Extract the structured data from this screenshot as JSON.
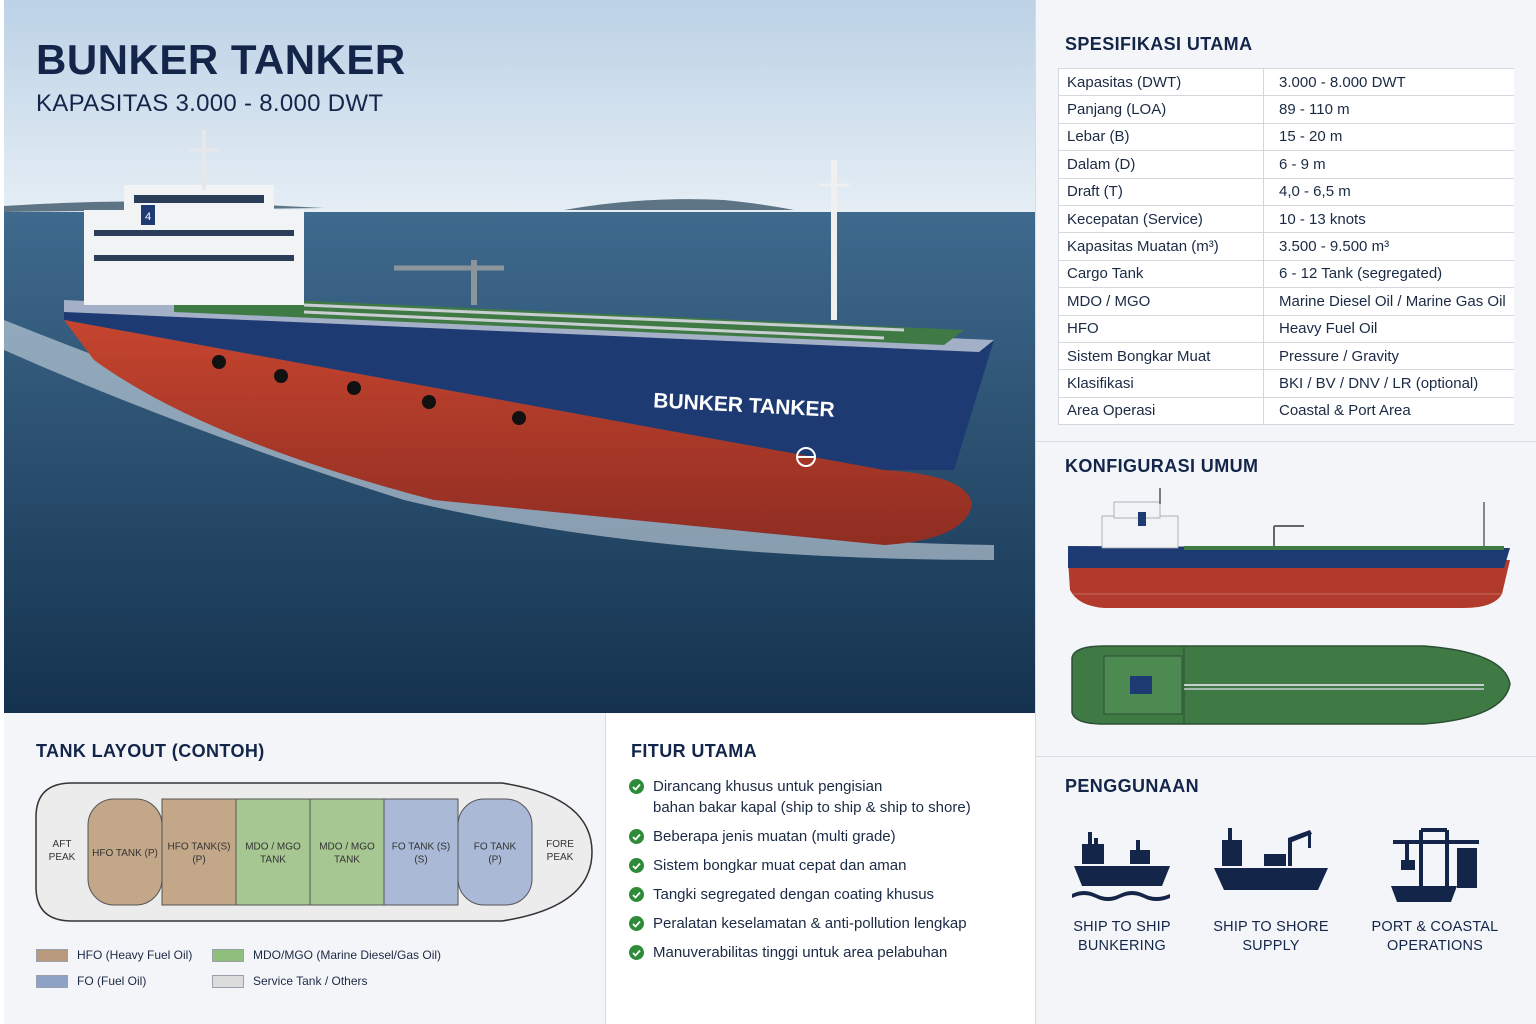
{
  "hero": {
    "title": "BUNKER TANKER",
    "subtitle": "KAPASITAS 3.000 - 8.000 DWT",
    "hull_text": "BUNKER TANKER",
    "funnel_mark": "4"
  },
  "specs": {
    "heading": "SPESIFIKASI UTAMA",
    "rows": [
      {
        "label": "Kapasitas (DWT)",
        "value": "3.000 - 8.000 DWT"
      },
      {
        "label": "Panjang (LOA)",
        "value": "89 - 110 m"
      },
      {
        "label": "Lebar (B)",
        "value": "15 - 20 m"
      },
      {
        "label": "Dalam (D)",
        "value": "6 - 9 m"
      },
      {
        "label": "Draft (T)",
        "value": "4,0 - 6,5 m"
      },
      {
        "label": "Kecepatan (Service)",
        "value": "10 - 13 knots"
      },
      {
        "label": "Kapasitas Muatan (m³)",
        "value": "3.500 - 9.500 m³"
      },
      {
        "label": "Cargo Tank",
        "value": "6 - 12 Tank (segregated)"
      },
      {
        "label": "MDO / MGO",
        "value": "Marine Diesel Oil / Marine Gas Oil"
      },
      {
        "label": "HFO",
        "value": "Heavy Fuel Oil"
      },
      {
        "label": "Sistem Bongkar Muat",
        "value": "Pressure / Gravity"
      },
      {
        "label": "Klasifikasi",
        "value": "BKI / BV / DNV / LR (optional)"
      },
      {
        "label": "Area Operasi",
        "value": "Coastal & Port Area"
      }
    ]
  },
  "config": {
    "heading": "KONFIGURASI UMUM"
  },
  "usage": {
    "heading": "PENGGUNAAN",
    "items": [
      {
        "icon": "ship-bunkering-icon",
        "line1": "SHIP TO SHIP",
        "line2": "BUNKERING"
      },
      {
        "icon": "ship-crane-icon",
        "line1": "SHIP TO SHORE",
        "line2": "SUPPLY"
      },
      {
        "icon": "port-crane-icon",
        "line1": "PORT & COASTAL",
        "line2": "OPERATIONS"
      }
    ]
  },
  "tank_layout": {
    "heading": "TANK LAYOUT (CONTOH)",
    "aft": [
      "AFT",
      "PEAK"
    ],
    "fore": [
      "FORE",
      "PEAK"
    ],
    "tanks": [
      {
        "lines": [
          "HFO TANK (P)"
        ],
        "color": "#c2a788"
      },
      {
        "lines": [
          "HFO TANK(S)",
          "(P)"
        ],
        "color": "#c2a788"
      },
      {
        "lines": [
          "MDO / MGO",
          "TANK"
        ],
        "color": "#a6c792"
      },
      {
        "lines": [
          "MDO / MGO",
          "TANK"
        ],
        "color": "#a6c792"
      },
      {
        "lines": [
          "FO TANK (S)",
          "(S)"
        ],
        "color": "#a9b9d6"
      },
      {
        "lines": [
          "FO TANK",
          "(P)"
        ],
        "color": "#a9b9d6"
      }
    ],
    "legend": [
      {
        "label": "HFO (Heavy Fuel Oil)",
        "color": "#b99a7c"
      },
      {
        "label": "MDO/MGO (Marine Diesel/Gas Oil)",
        "color": "#8fbf7a"
      },
      {
        "label": "FO (Fuel Oil)",
        "color": "#8ea2c6"
      },
      {
        "label": "Service Tank / Others",
        "color": "#dcdcdc"
      }
    ]
  },
  "features": {
    "heading": "FITUR UTAMA",
    "items": [
      {
        "line1": "Dirancang khusus untuk pengisian",
        "line2": "bahan bakar kapal (ship to ship & ship to shore)"
      },
      {
        "line1": "Beberapa jenis muatan (multi grade)",
        "line2": ""
      },
      {
        "line1": "Sistem bongkar muat cepat dan aman",
        "line2": ""
      },
      {
        "line1": "Tangki segregated dengan coating khusus",
        "line2": ""
      },
      {
        "line1": "Peralatan keselamatan & anti-pollution lengkap",
        "line2": ""
      },
      {
        "line1": "Manuverabilitas tinggi untuk area pelabuhan",
        "line2": ""
      }
    ]
  },
  "colors": {
    "navy": "#13264a",
    "hull_blue": "#1d3a73",
    "hull_red": "#b23a2c",
    "deck_green": "#3f7a45",
    "check_green": "#2e8b3a"
  }
}
